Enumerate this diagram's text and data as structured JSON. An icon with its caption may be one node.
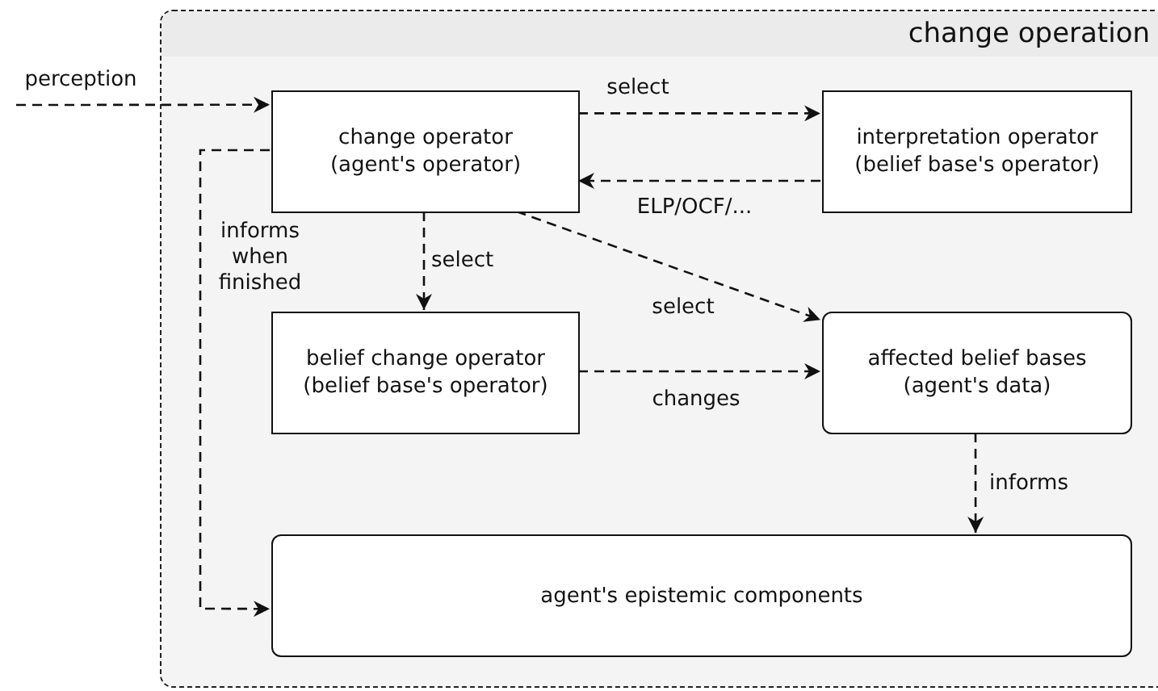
{
  "diagram": {
    "nodes": [
      {
        "text": [
          "change operation"
        ]
      },
      {
        "text": [
          "change operator (agent's operator)"
        ],
        "in": 0
      },
      {
        "text": [
          "interpretation operator (belief base's operator)"
        ],
        "in": 0
      },
      {
        "text": [
          "belief change operator (belief base's operator)"
        ],
        "in": 0
      },
      {
        "text": [
          "affected belief bases (agent's data)"
        ],
        "in": 0
      },
      {
        "text": [
          "agent's epistemic components"
        ],
        "in": 0
      }
    ],
    "edges": [
      {
        "from": null,
        "to": 1,
        "arrow": "to",
        "label": "perception"
      },
      {
        "from": 1,
        "to": 2,
        "arrow": "to",
        "label": "select"
      },
      {
        "from": 2,
        "to": 1,
        "arrow": "to",
        "label": "ELP/OCF/..."
      },
      {
        "from": 1,
        "to": 3,
        "arrow": "to",
        "label": "select"
      },
      {
        "from": 1,
        "to": 4,
        "arrow": "to",
        "label": "select"
      },
      {
        "from": 3,
        "to": 4,
        "arrow": "to",
        "label": "changes"
      },
      {
        "from": 4,
        "to": 5,
        "arrow": "to",
        "label": "informs"
      },
      {
        "from": 1,
        "to": 5,
        "arrow": "to",
        "label": "informs when finished"
      }
    ]
  }
}
